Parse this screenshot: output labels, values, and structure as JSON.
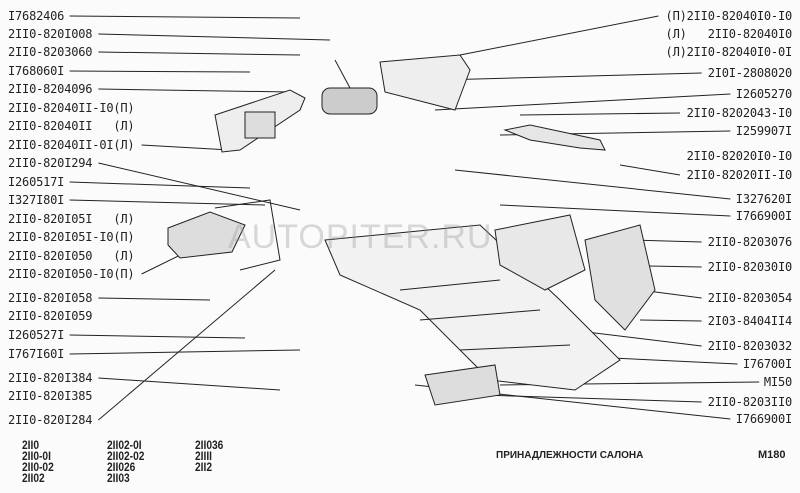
{
  "left_labels": [
    "I7682406",
    "2II0-820I008",
    "2II0-8203060",
    "I768060I",
    "2II0-8204096",
    "2II0-82040II-I0(П)",
    "2II0-82040II   (Л)",
    "2II0-82040II-0I(Л)",
    "2II0-820I294",
    "I260517I",
    "I327I80I",
    "2II0-820I05I   (Л)",
    "2II0-820I05I-I0(П)",
    "2II0-820I050   (Л)",
    "2II0-820I050-I0(П)",
    "2II0-820I058",
    "2II0-820I059",
    "I260527I",
    "I767I60I",
    "2II0-820I384",
    "2II0-820I385",
    "2II0-820I284"
  ],
  "right_labels": [
    "(П)2II0-82040I0-I0",
    "(Л)   2II0-82040I0",
    "(Л)2II0-82040I0-0I",
    "2I0I-2808020",
    "I2605270",
    "2II0-8202043-I0",
    "I259907I",
    "2II0-82020I0-I0",
    "2II0-82020II-I0",
    "I327620I",
    "I766900I",
    "2II0-8203076",
    "2II0-82030I0",
    "2II0-8203054",
    "2I03-8404II4",
    "2II0-8203032",
    "I76700I",
    "MI50",
    "2II0-8203II0",
    "I766900I"
  ],
  "models": {
    "col1": [
      "2II0",
      "2II0-0I",
      "2II0-02",
      "2II02"
    ],
    "col2": [
      "2II02-0I",
      "2II02-02",
      "2II026",
      "2II03"
    ],
    "col3": [
      "2II036",
      "2IIII",
      "2II2"
    ]
  },
  "title": "ПРИНАДЛЕЖНОСТИ САЛОНА",
  "page_code": "M180",
  "watermark": "AUTOPITER.RU"
}
